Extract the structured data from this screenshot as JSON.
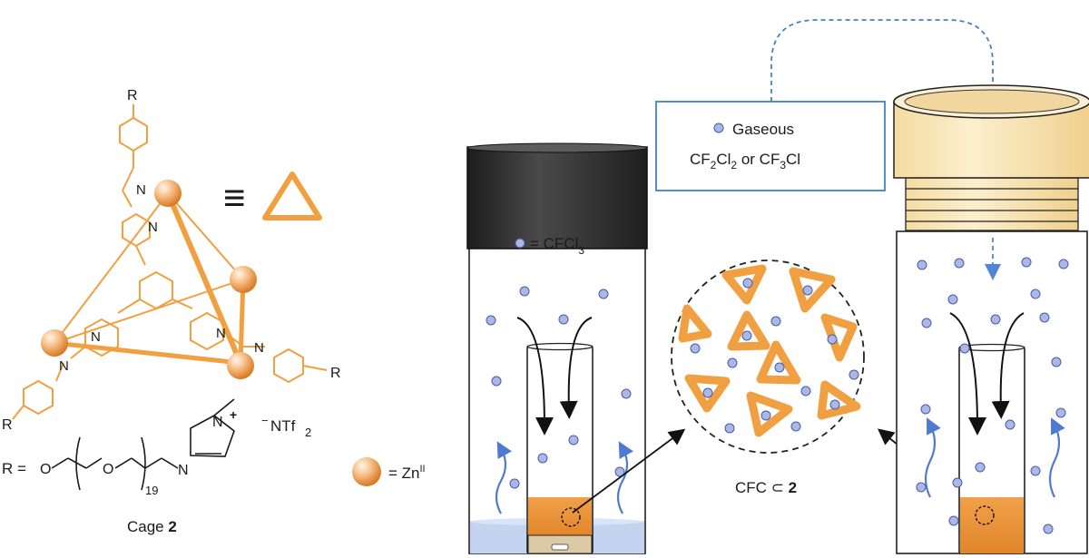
{
  "legend": {
    "cfcl3_label": "= CFCl",
    "cfcl3_sub": "3",
    "zn_label": "= Zn",
    "zn_sup": "II",
    "equiv_symbol": "≡"
  },
  "gas_box": {
    "line1": "Gaseous",
    "line2_a": "CF",
    "line2_a_sub": "2",
    "line2_b": "Cl",
    "line2_b_sub": "2",
    "line2_c": " or CF",
    "line2_c_sub": "3",
    "line2_d": "Cl"
  },
  "cage": {
    "caption": "Cage ",
    "caption_bold": "2",
    "r_eq": "R =",
    "r_o1": "O",
    "r_o2": "O",
    "r_subscript": "19",
    "r_n1": "N",
    "r_n2": "N",
    "r_charge": "+",
    "counterion": "NTf",
    "counterion_sub": "2",
    "counterion_charge": "−",
    "n_label": "N",
    "r_label": "R"
  },
  "host_guest": {
    "label": "CFC ⊂ ",
    "label_bold": "2"
  },
  "colors": {
    "orange": "#f0a040",
    "orange_dark": "#e8892a",
    "guest_fill": "#aab8e8",
    "guest_stroke": "#4a5aa8",
    "arrow_blue": "#5a82d8",
    "cap_dark": "#2b2b2b",
    "cap_cream": "#f9e7b8"
  },
  "icons": [
    "zn-sphere-icon",
    "triangle-cage-icon",
    "guest-molecule-icon",
    "curved-flow-arrow-icon"
  ]
}
